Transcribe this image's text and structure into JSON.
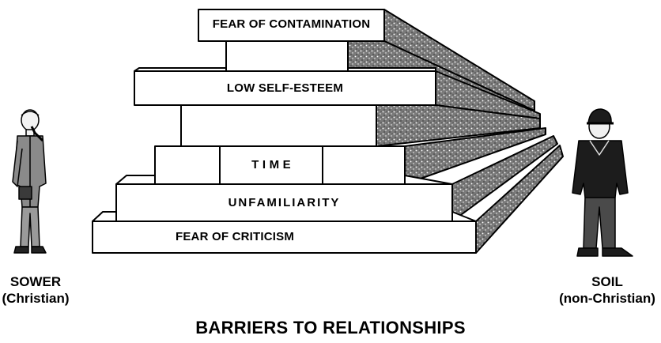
{
  "diagram": {
    "caption": "BARRIERS TO RELATIONSHIPS",
    "sower": {
      "line1": "SOWER",
      "line2": "(Christian)"
    },
    "soil": {
      "line1": "SOIL",
      "line2": "(non-Christian)"
    },
    "barriers": {
      "fear_of_contamination": "FEAR OF CONTAMINATION",
      "low_self_esteem": "LOW SELF-ESTEEM",
      "time": "T I M E",
      "unfamiliarity": "UNFAMILIARITY",
      "fear_of_criticism": "FEAR OF CRITICISM"
    }
  },
  "colors": {
    "ink": "#000000",
    "block_face": "#ffffff",
    "stipple_side": "#6f6f6f",
    "coat_dark": "#1c1c1c",
    "suit_grey": "#8a8a8a"
  }
}
